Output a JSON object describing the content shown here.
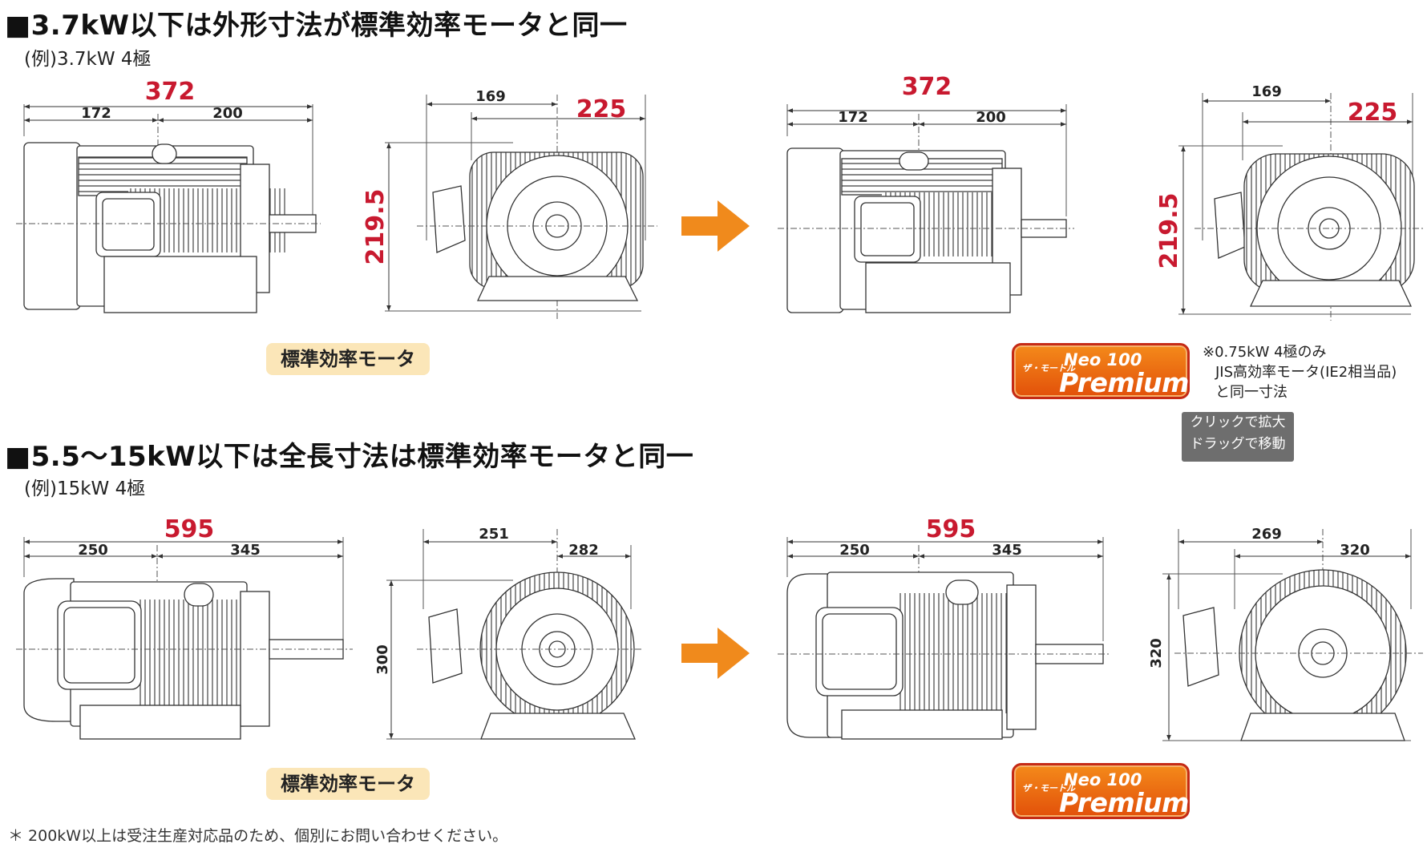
{
  "section1": {
    "heading": "■3.7kW以下は外形寸法が標準効率モータと同一",
    "example": "(例)3.7kW 4極",
    "left_side": {
      "total": "372",
      "a": "172",
      "b": "200"
    },
    "left_front": {
      "width_a": "169",
      "width_b": "225",
      "height": "219.5"
    },
    "right_side": {
      "total": "372",
      "a": "172",
      "b": "200"
    },
    "right_front": {
      "width_a": "169",
      "width_b": "225",
      "height": "219.5"
    },
    "std_label": "標準効率モータ",
    "note": [
      "※0.75kW 4極のみ",
      "JIS高効率モータ(IE2相当品)",
      "と同一寸法"
    ]
  },
  "section2": {
    "heading": "■5.5～15kW以下は全長寸法は標準効率モータと同一",
    "example": "(例)15kW 4極",
    "left_side": {
      "total": "595",
      "a": "250",
      "b": "345"
    },
    "left_front": {
      "width_a": "251",
      "width_b": "282",
      "height": "300"
    },
    "right_side": {
      "total": "595",
      "a": "250",
      "b": "345"
    },
    "right_front": {
      "width_a": "269",
      "width_b": "320",
      "height": "320"
    },
    "std_label": "標準効率モータ"
  },
  "badge": {
    "small": "ザ・モートル",
    "mid": "Neo 100",
    "big": "Premium"
  },
  "tooltip": {
    "line1": "クリックで拡大",
    "line2": "ドラッグで移動"
  },
  "footer": "＊ 200kW以上は受注生産対応品のため、個別にお問い合わせください。",
  "colors": {
    "dimension_red": "#c8192f",
    "arrow": "#f08a1c",
    "badge_orange": "#e8600c",
    "std_badge_bg": "#fbe6b8"
  }
}
